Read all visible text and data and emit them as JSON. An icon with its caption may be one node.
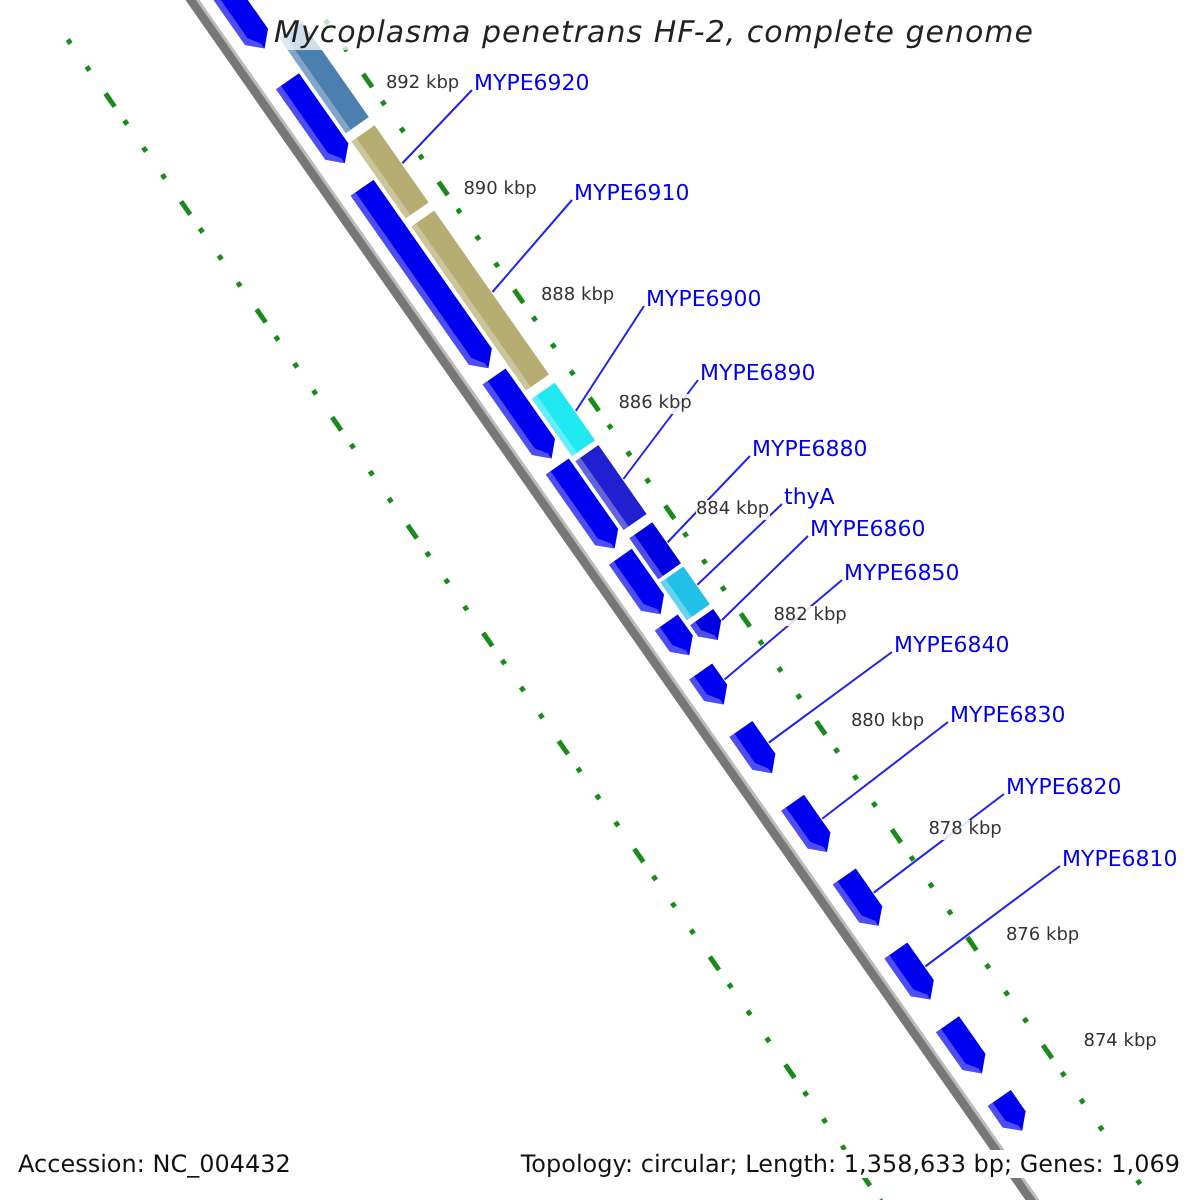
{
  "diagram": {
    "title": "Mycoplasma penetrans HF-2, complete genome",
    "nodes": [
      {
        "text": [
          "MYPE6920"
        ]
      },
      {
        "text": [
          "MYPE6910"
        ]
      },
      {
        "text": [
          "MYPE6900"
        ]
      },
      {
        "text": [
          "MYPE6890"
        ]
      },
      {
        "text": [
          "MYPE6880"
        ]
      },
      {
        "text": [
          "thyA"
        ]
      },
      {
        "text": [
          "MYPE6860"
        ]
      },
      {
        "text": [
          "MYPE6850"
        ]
      },
      {
        "text": [
          "MYPE6840"
        ]
      },
      {
        "text": [
          "MYPE6830"
        ]
      },
      {
        "text": [
          "MYPE6820"
        ]
      },
      {
        "text": [
          "MYPE6810"
        ]
      },
      {
        "text": [],
        "shape": "arrow"
      },
      {
        "text": [],
        "shape": "bar"
      },
      {
        "text": [],
        "shape": "arrow"
      },
      {
        "text": [],
        "shape": "bar"
      },
      {
        "text": [],
        "shape": "arrow"
      },
      {
        "text": [],
        "shape": "bar"
      },
      {
        "text": [],
        "shape": "arrow"
      },
      {
        "text": [],
        "shape": "bar"
      },
      {
        "text": [],
        "shape": "arrow"
      },
      {
        "text": [],
        "shape": "bar"
      },
      {
        "text": [],
        "shape": "bar"
      },
      {
        "text": [],
        "shape": "arrow"
      },
      {
        "text": [],
        "shape": "bar"
      },
      {
        "text": [],
        "shape": "arrow"
      },
      {
        "text": [],
        "shape": "arrow"
      },
      {
        "text": [],
        "shape": "arrow"
      },
      {
        "text": [],
        "shape": "arrow"
      },
      {
        "text": [],
        "shape": "arrow"
      },
      {
        "text": [],
        "shape": "arrow"
      },
      {
        "text": [],
        "shape": "arrow"
      },
      {
        "text": [],
        "shape": "arrow"
      },
      {
        "text": [],
        "shape": "arrow"
      }
    ],
    "edges": [
      {
        "from": 0,
        "to": 15,
        "arrow": "none"
      },
      {
        "from": 1,
        "to": 17,
        "arrow": "none"
      },
      {
        "from": 2,
        "to": 19,
        "arrow": "none"
      },
      {
        "from": 3,
        "to": 21,
        "arrow": "none"
      },
      {
        "from": 4,
        "to": 22,
        "arrow": "none"
      },
      {
        "from": 5,
        "to": 24,
        "arrow": "none"
      },
      {
        "from": 6,
        "to": 26,
        "arrow": "none"
      },
      {
        "from": 7,
        "to": 27,
        "arrow": "none"
      },
      {
        "from": 8,
        "to": 28,
        "arrow": "none"
      },
      {
        "from": 9,
        "to": 29,
        "arrow": "none"
      },
      {
        "from": 10,
        "to": 30,
        "arrow": "none"
      },
      {
        "from": 11,
        "to": 31,
        "arrow": "none"
      }
    ],
    "labels": [
      "892 kbp",
      "890 kbp",
      "888 kbp",
      "886 kbp",
      "884 kbp",
      "882 kbp",
      "880 kbp",
      "878 kbp",
      "876 kbp",
      "874 kbp",
      "Accession: NC_004432",
      "Topology: circular; Length: 1,358,633 bp; Genes: 1,069"
    ]
  }
}
